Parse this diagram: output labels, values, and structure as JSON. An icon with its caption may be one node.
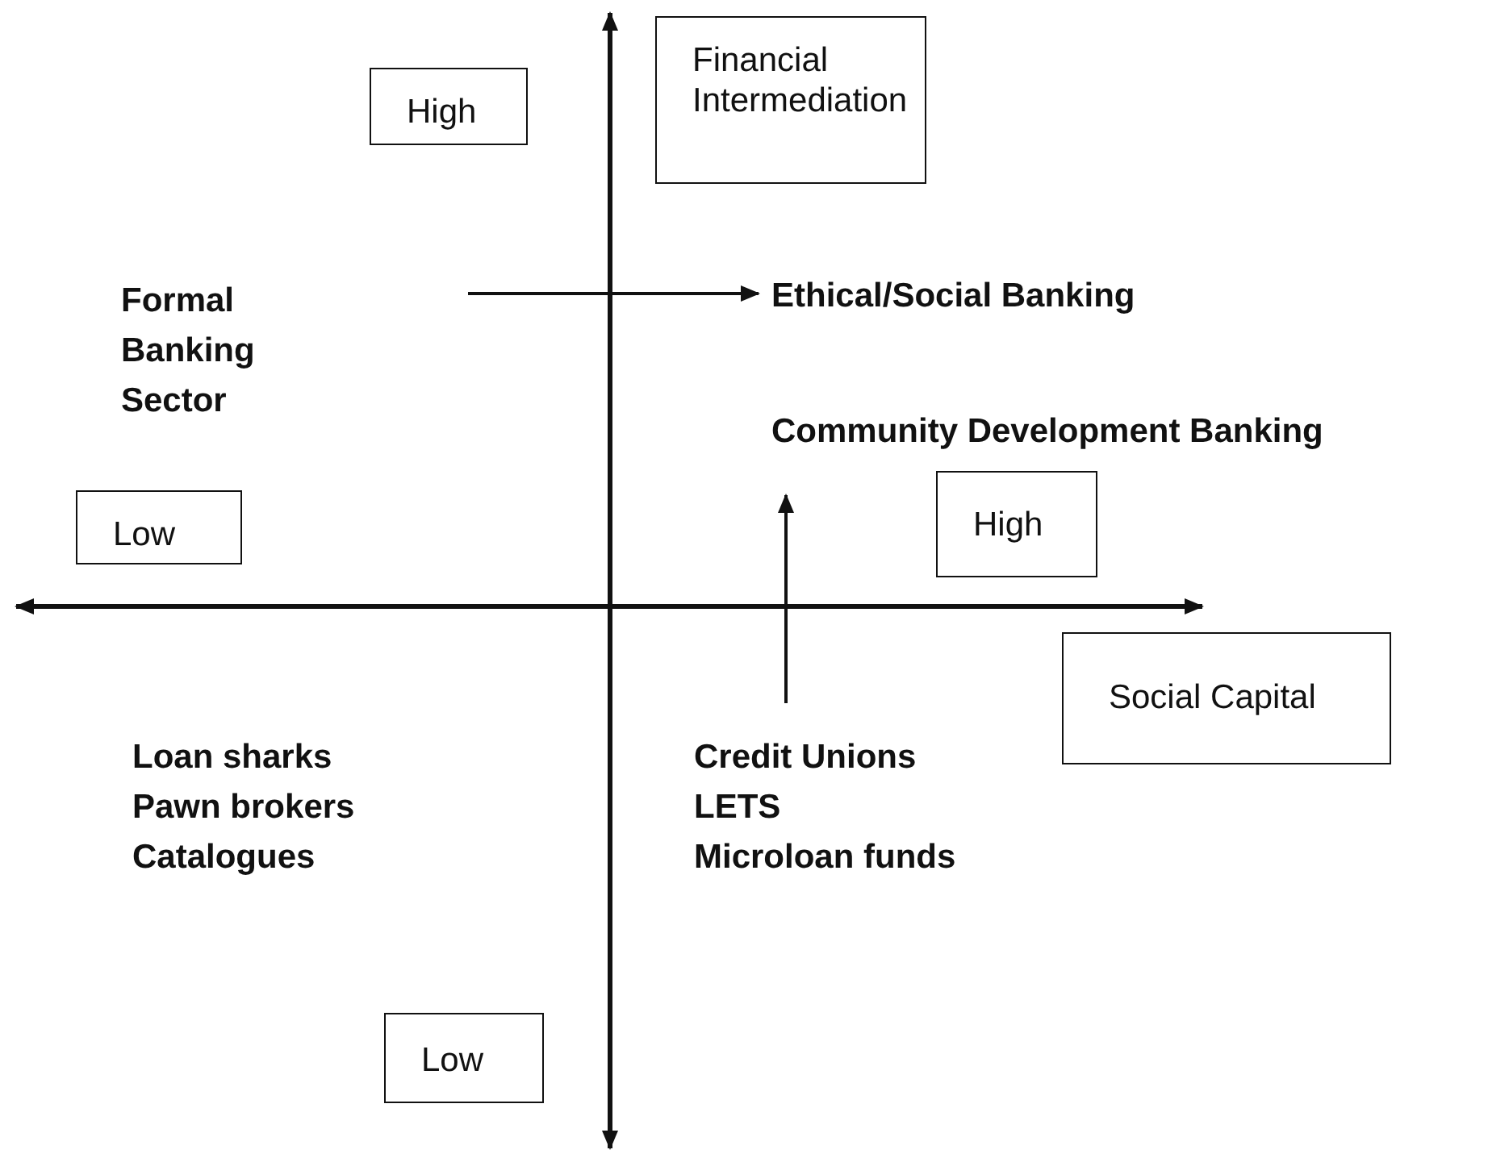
{
  "diagram": {
    "nodes": [
      {
        "text": [
          "High"
        ]
      },
      {
        "text": [
          "Financial Intermediation"
        ]
      },
      {
        "text": [
          "Formal Banking Sector"
        ]
      },
      {
        "text": [
          "Ethical/Social Banking"
        ]
      },
      {
        "text": [
          "Community Development Banking"
        ]
      },
      {
        "text": [
          "Low"
        ]
      },
      {
        "text": [
          "High"
        ]
      },
      {
        "text": [
          "Social Capital"
        ]
      },
      {
        "text": [
          "Credit Unions",
          "LETS",
          "Microloan funds"
        ]
      },
      {
        "text": [
          "Low"
        ]
      }
    ],
    "edges": [
      {
        "from": null,
        "to": 3,
        "arrow": "to"
      },
      {
        "from": 8,
        "to": 4,
        "arrow": "to"
      }
    ],
    "labels": [
      "Loan sharks",
      "Pawn brokers",
      "Catalogues"
    ]
  }
}
